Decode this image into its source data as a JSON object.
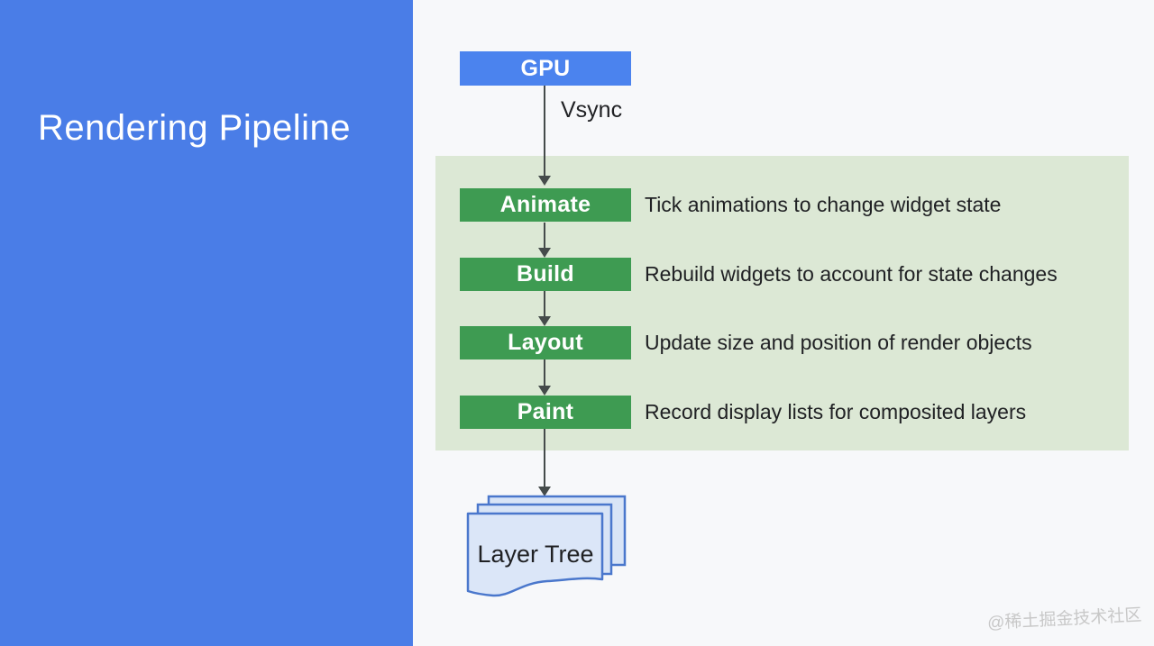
{
  "sidebar": {
    "title": "Rendering Pipeline"
  },
  "diagram": {
    "source": {
      "label": "GPU"
    },
    "edge_label": "Vsync",
    "stages": [
      {
        "label": "Animate",
        "description": "Tick animations to change widget state"
      },
      {
        "label": "Build",
        "description": "Rebuild widgets to account for state changes"
      },
      {
        "label": "Layout",
        "description": "Update size and position of render objects"
      },
      {
        "label": "Paint",
        "description": "Record display lists for composited layers"
      }
    ],
    "output": {
      "label": "Layer Tree"
    }
  },
  "watermark": "@稀土掘金技术社区",
  "colors": {
    "sidebar_blue": "#4a7de7",
    "box_blue": "#4b83ee",
    "stage_green": "#3e9b52",
    "panel_green": "#dce8d5",
    "sheet_fill": "#d8e4f6",
    "sheet_stroke": "#4a77cc",
    "bg": "#f7f8fa",
    "arrow": "#454b4b",
    "text_dark": "#202124",
    "watermark": "#c8c8c8"
  }
}
